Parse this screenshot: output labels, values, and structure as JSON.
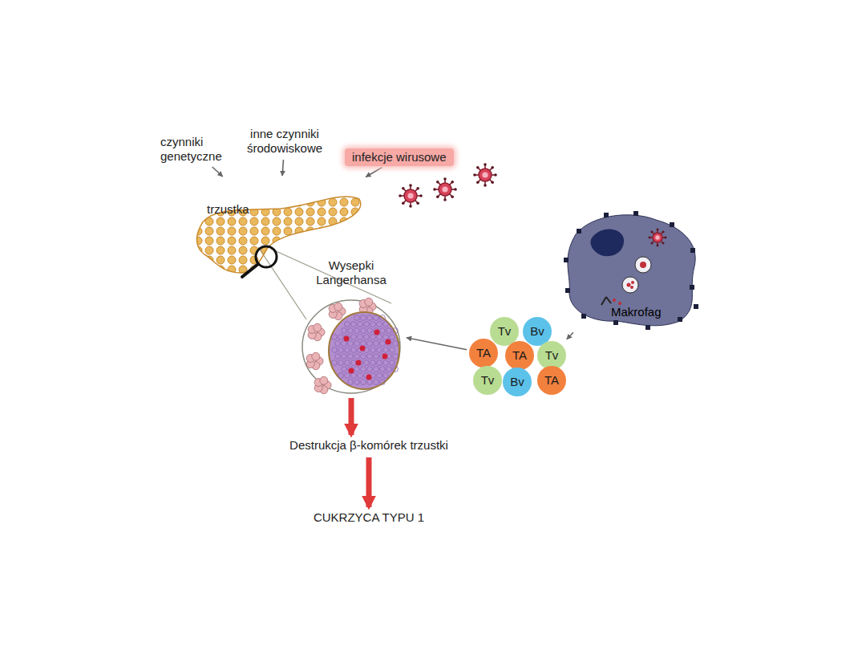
{
  "diagram": {
    "nodes": [
      {
        "text": [
          "czynniki genetyczne"
        ]
      },
      {
        "text": [
          "inne czynniki środowiskowe"
        ]
      },
      {
        "text": [
          "infekcje wirusowe"
        ]
      },
      {
        "text": [
          "trzustka"
        ]
      },
      {
        "text": [
          "Makrofag"
        ]
      },
      {
        "text": [
          "Wysepki Langerhansa"
        ]
      },
      {
        "text": [
          "Tv"
        ]
      },
      {
        "text": [
          "Bv"
        ]
      },
      {
        "text": [
          "TA"
        ]
      },
      {
        "text": [
          "TA"
        ]
      },
      {
        "text": [
          "Tv"
        ]
      },
      {
        "text": [
          "Tv"
        ]
      },
      {
        "text": [
          "Bv"
        ]
      },
      {
        "text": [
          "TA"
        ]
      },
      {
        "text": [
          "Destrukcja β-komórek trzustki"
        ]
      },
      {
        "text": [
          "CUKRZYCA TYPU 1"
        ]
      }
    ],
    "edges": [
      {
        "from": 0,
        "to": 3,
        "arrow": "to"
      },
      {
        "from": 1,
        "to": 3,
        "arrow": "to"
      },
      {
        "from": 2,
        "to": 3,
        "arrow": "to"
      },
      {
        "from": 4,
        "to": 10,
        "arrow": "to"
      },
      {
        "from": 8,
        "to": 5,
        "arrow": "to"
      },
      {
        "from": 5,
        "to": 14,
        "arrow": "to"
      },
      {
        "from": 14,
        "to": 15,
        "arrow": "to"
      }
    ]
  }
}
